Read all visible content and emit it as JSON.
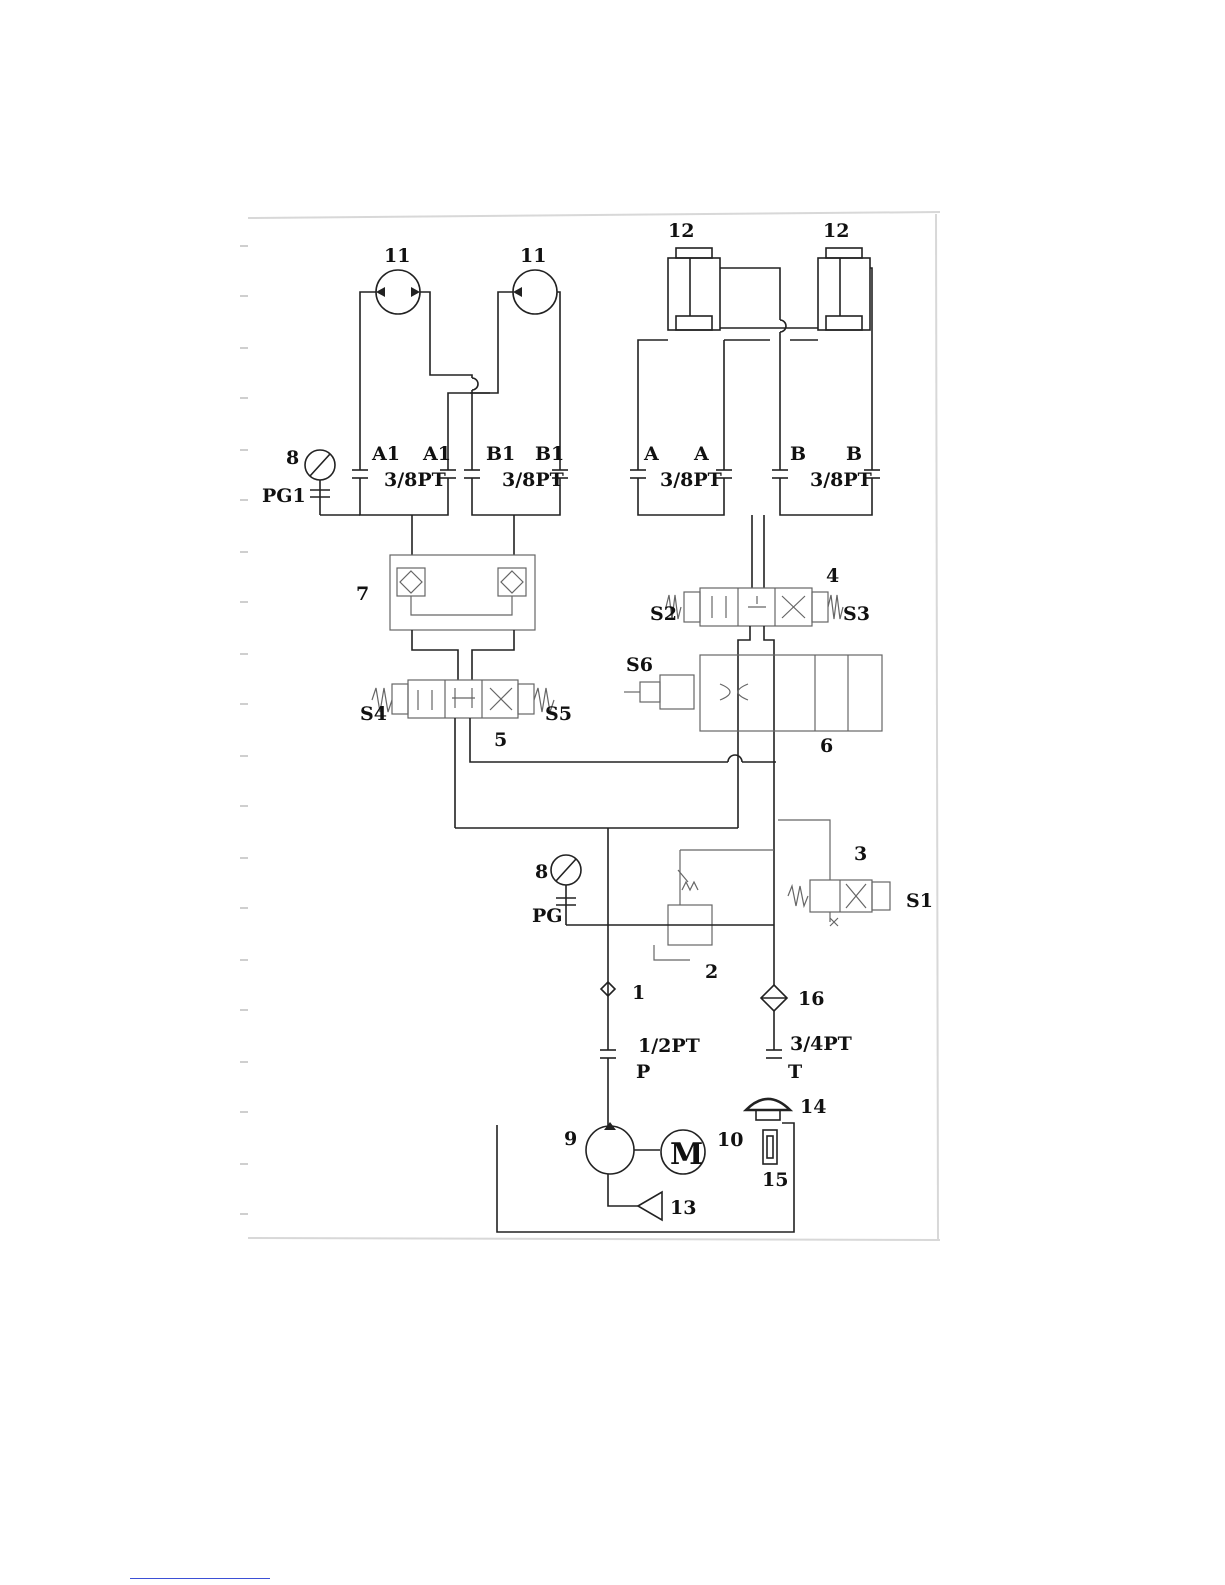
{
  "labels": {
    "n1": "1",
    "n2": "2",
    "n3": "3",
    "n4": "4",
    "n5": "5",
    "n6": "6",
    "n7": "7",
    "n8a": "8",
    "n8b": "8",
    "n9": "9",
    "n10": "10",
    "n11a": "11",
    "n11b": "11",
    "n12a": "12",
    "n12b": "12",
    "n13": "13",
    "n14": "14",
    "n15": "15",
    "n16": "16",
    "pg1": "PG1",
    "pg": "PG",
    "a1_left": "A1",
    "a1_right": "A1",
    "b1_left": "B1",
    "b1_right": "B1",
    "a_left": "A",
    "a_right": "A",
    "b_left": "B",
    "b_right": "B",
    "pt38_a": "3/8PT",
    "pt38_b": "3/8PT",
    "pt38_c": "3/8PT",
    "pt38_d": "3/8PT",
    "pt12": "1/2PT",
    "pt34": "3/4PT",
    "port_p": "P",
    "port_t": "T",
    "s1": "S1",
    "s2": "S2",
    "s3": "S3",
    "s4": "S4",
    "s5": "S5",
    "s6": "S6",
    "motor": "M"
  },
  "colors": {
    "line": "#222222",
    "faint": "#666666",
    "link_rule": "#3b4fd6"
  }
}
